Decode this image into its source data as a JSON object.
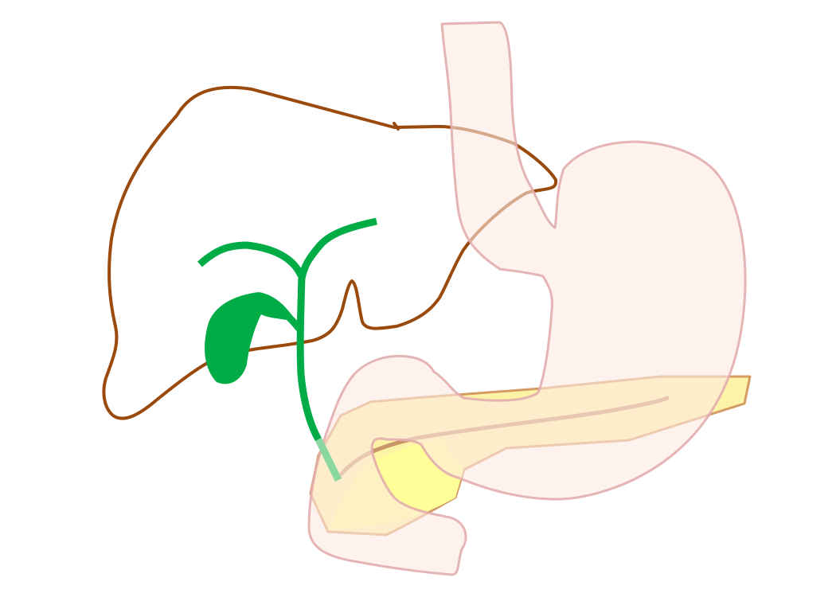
{
  "diagram": {
    "organs": [
      "liver",
      "gallbladder",
      "bile-ducts",
      "stomach-and-esophagus",
      "duodenum",
      "pancreas"
    ],
    "colors": {
      "background": "#ffffff",
      "liver_outline": "#9a4a0c",
      "bile_duct": "#00ac46",
      "gallbladder": "#00ac46",
      "stomach_fill": "#fdeae2",
      "stomach_outline": "#e2adae",
      "pancreas_fill": "#fcf3a6",
      "pancreas_head_fill": "#ffff99",
      "pancreas_outline": "#d59b64",
      "pancreatic_duct": "#c9966a",
      "ampulla": "#88d8a0"
    }
  }
}
